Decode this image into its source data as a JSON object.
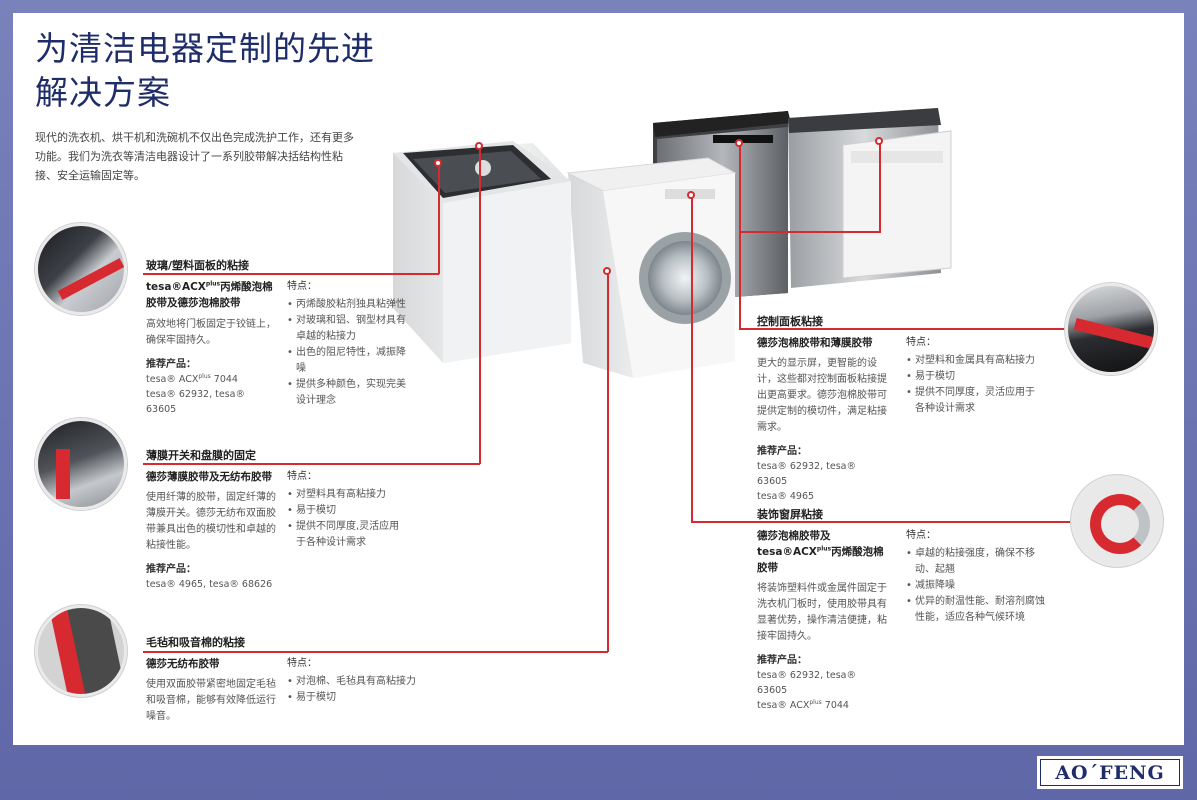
{
  "title_line1": "为清洁电器定制的先进",
  "title_line2": "解决方案",
  "intro": "现代的洗衣机、烘干机和洗碗机不仅出色完成洗护工作，还有更多功能。我们为洗衣等清洁电器设计了一系列胶带解决括结构性粘接、安全运输固定等。",
  "features_label": "特点：",
  "recommend_label": "推荐产品：",
  "sections": [
    {
      "title": "玻璃/塑料面板的粘接",
      "subtitle_pre": "tesa®ACX",
      "subtitle_sup": "plus",
      "subtitle_post": "丙烯酸泡棉胶带及德莎泡棉胶带",
      "desc": "高效地将门板固定于铰链上，确保牢固持久。",
      "prod1_pre": "tesa® ACX",
      "prod1_sup": "plus",
      "prod1_post": " 7044",
      "prod2": "tesa® 62932, tesa® 63605",
      "features": [
        "丙烯酸胶粘剂独具粘弹性",
        "对玻璃和铝、钢型材具有卓越的粘接力",
        "出色的阻尼特性，减振降噪",
        "提供多种颜色，实现完美设计理念"
      ]
    },
    {
      "title": "薄膜开关和盘膜的固定",
      "subtitle": "德莎薄膜胶带及无纺布胶带",
      "desc": "使用纤薄的胶带，固定纤薄的薄膜开关。德莎无纺布双面胶带兼具出色的模切性和卓越的粘接性能。",
      "prod": "tesa® 4965, tesa® 68626",
      "features": [
        "对塑料具有高粘接力",
        "易于模切",
        "提供不同厚度,灵活应用于各种设计需求"
      ]
    },
    {
      "title": "毛毡和吸音棉的粘接",
      "subtitle": "德莎无纺布胶带",
      "desc": "使用双面胶带紧密地固定毛毡和吸音棉，能够有效降低运行噪音。",
      "features": [
        "对泡棉、毛毡具有高粘接力",
        "易于模切"
      ]
    },
    {
      "title": "控制面板粘接",
      "subtitle": "德莎泡棉胶带和薄膜胶带",
      "desc": "更大的显示屏，更智能的设计，这些都对控制面板粘接提出更高要求。德莎泡棉胶带可提供定制的模切件，满足粘接需求。",
      "prod1": "tesa® 62932, tesa® 63605",
      "prod2": "tesa® 4965",
      "features": [
        "对塑料和金属具有高粘接力",
        "易于模切",
        "提供不同厚度，灵活应用于各种设计需求"
      ]
    },
    {
      "title": "装饰窗屏粘接",
      "subtitle_pre": "德莎泡棉胶带及tesa®ACX",
      "subtitle_sup": "plus",
      "subtitle_post": "丙烯酸泡棉胶带",
      "desc": "将装饰塑料件或金属件固定于洗衣机门板时，使用胶带具有显著优势，操作清洁便捷，粘接牢固持久。",
      "prod1": "tesa® 62932, tesa® 63605",
      "prod2_pre": "tesa® ACX",
      "prod2_sup": "plus",
      "prod2_post": " 7044",
      "features": [
        "卓越的粘接强度，确保不移动、起翘",
        "减振降噪",
        "优异的耐温性能、耐溶剂腐蚀性能，适应各种气候环境"
      ]
    }
  ],
  "logo_text": "AO´FENG",
  "colors": {
    "accent": "#d72a30",
    "title": "#1f2c6a",
    "background": "#6c74b2"
  },
  "icons": [
    "top-load-washer-image",
    "front-load-washer-image",
    "dishwasher-image",
    "panel-closeup-image",
    "membrane-closeup-image",
    "felt-closeup-image",
    "control-closeup-image",
    "porthole-closeup-image"
  ]
}
